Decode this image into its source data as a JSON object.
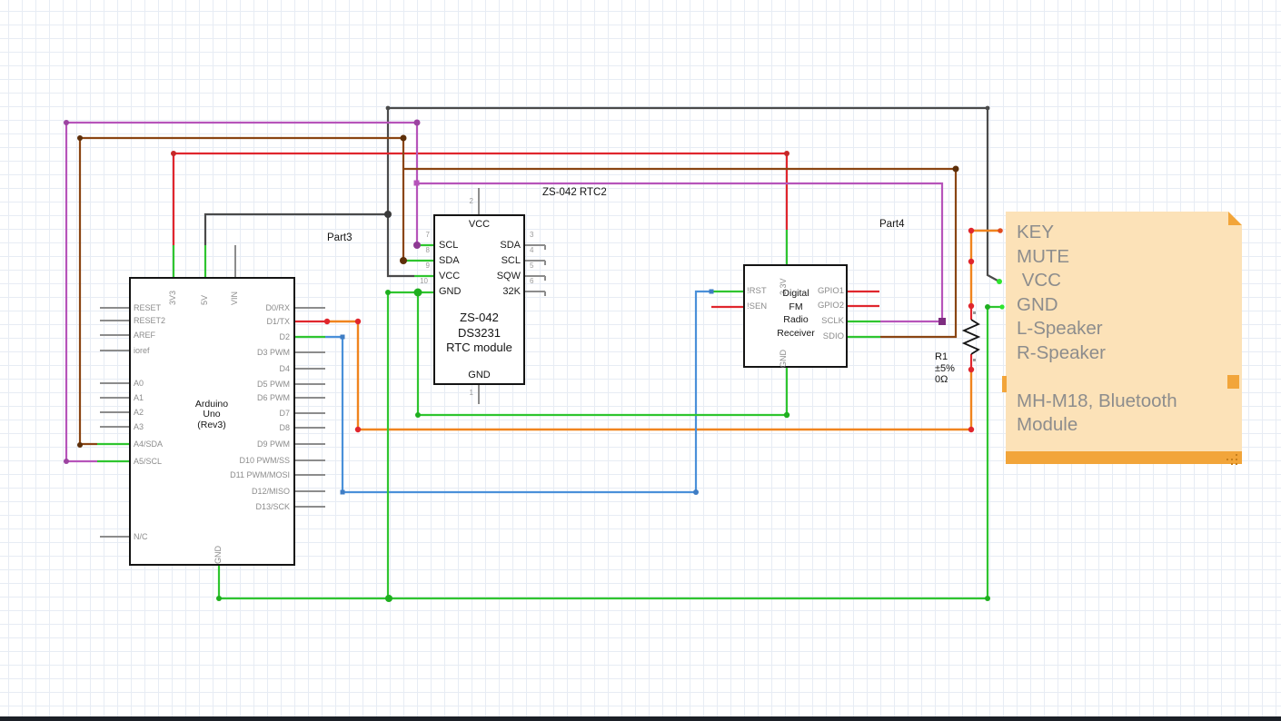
{
  "schematic": {
    "annotations": {
      "part3": "Part3",
      "rtc_net_label": "ZS-042 RTC2",
      "part4": "Part4"
    },
    "arduino": {
      "title": [
        "Arduino",
        "Uno",
        "(Rev3)"
      ],
      "top_pins": [
        "3V3",
        "5V",
        "VIN"
      ],
      "bottom_pin": "GND",
      "left_pins": [
        "RESET",
        "RESET2",
        "AREF",
        "ioref",
        "A0",
        "A1",
        "A2",
        "A3",
        "A4/SDA",
        "A5/SCL",
        "N/C"
      ],
      "right_pins": [
        "D0/RX",
        "D1/TX",
        "D2",
        "D3 PWM",
        "D4",
        "D5 PWM",
        "D6 PWM",
        "D7",
        "D8",
        "D9 PWM",
        "D10 PWM/SS",
        "D11 PWM/MOSI",
        "D12/MISO",
        "D13/SCK"
      ]
    },
    "rtc": {
      "title": [
        "ZS-042",
        "DS3231",
        "RTC module"
      ],
      "top_pin": {
        "num": "2",
        "label": "VCC"
      },
      "bottom_pin": {
        "num": "1",
        "label": "GND"
      },
      "left_pins": [
        {
          "num": "7",
          "label": "SCL"
        },
        {
          "num": "8",
          "label": "SDA"
        },
        {
          "num": "9",
          "label": "VCC"
        },
        {
          "num": "10",
          "label": "GND"
        }
      ],
      "right_pins": [
        {
          "num": "3",
          "label": "SDA"
        },
        {
          "num": "4",
          "label": "SCL"
        },
        {
          "num": "5",
          "label": "SQW"
        },
        {
          "num": "6",
          "label": "32K"
        }
      ]
    },
    "fm_radio": {
      "title": [
        "Digital",
        "FM",
        "Radio",
        "Receiver"
      ],
      "top_pin": "3.3V",
      "bottom_pin": "GND",
      "left_pins": [
        "!RST",
        "!SEN"
      ],
      "right_pins": [
        "GPIO1",
        "GPIO2",
        "SCLK",
        "SDIO"
      ]
    },
    "resistor": {
      "designator": "R1",
      "tolerance": "±5%",
      "value": "0Ω"
    },
    "note": {
      "lines": [
        "KEY",
        "MUTE",
        " VCC",
        "GND",
        "L-Speaker",
        "R-Speaker",
        "",
        "MH-M18, Bluetooth",
        "Module"
      ]
    },
    "colors": {
      "bus_5v_wire": "#4a4a4a",
      "bus_3v3_wire": "#e0262d",
      "scl_wire": "#b654ba",
      "sda_wire": "#8a4513",
      "gnd_wire": "#2fc52f",
      "tx_key_wire": "#f0841e",
      "d2_rst_wire": "#4a90d9",
      "note_bg": "#fce2b8",
      "note_accent": "#f2a53a",
      "note_text": "#8d8d8d"
    }
  }
}
